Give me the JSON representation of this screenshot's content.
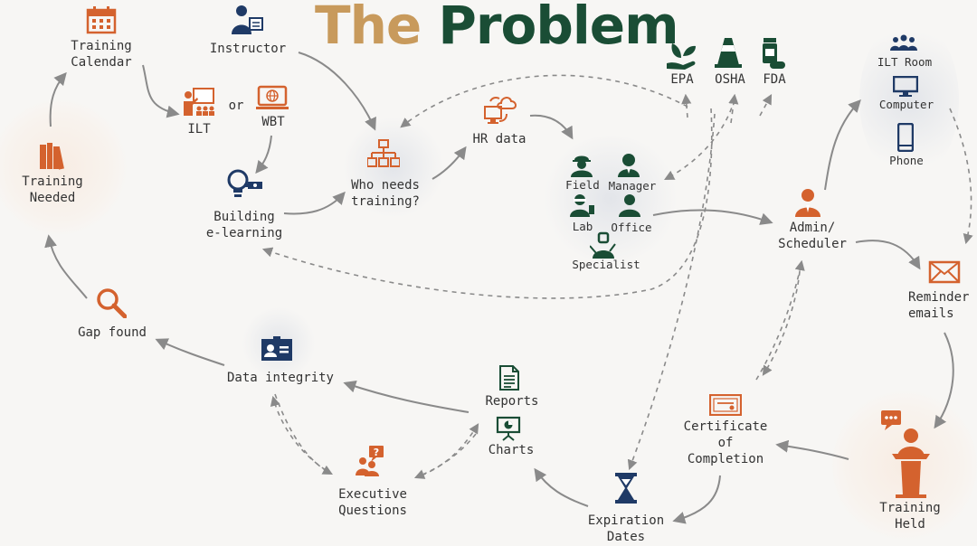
{
  "title": {
    "word1": "The",
    "word2": "Problem"
  },
  "nodes": {
    "training_calendar": "Training\nCalendar",
    "instructor": "Instructor",
    "ilt": "ILT",
    "or": "or",
    "wbt": "WBT",
    "training_needed": "Training\nNeeded",
    "building_elearning": "Building\ne-learning",
    "who_needs_training": "Who needs\ntraining?",
    "hr_data": "HR data",
    "epa": "EPA",
    "osha": "OSHA",
    "fda": "FDA",
    "field": "Field",
    "manager": "Manager",
    "lab": "Lab",
    "office": "Office",
    "specialist": "Specialist",
    "ilt_room": "ILT Room",
    "computer": "Computer",
    "phone": "Phone",
    "admin_scheduler": "Admin/\nScheduler",
    "reminder_emails": "Reminder\nemails",
    "gap_found": "Gap found",
    "data_integrity": "Data integrity",
    "reports": "Reports",
    "charts": "Charts",
    "executive_questions": "Executive\nQuestions",
    "certificate_of_completion": "Certificate\nof\nCompletion",
    "expiration_dates": "Expiration\nDates",
    "training_held": "Training\nHeld"
  },
  "colors": {
    "orange": "#d4622e",
    "navy": "#1f3a66",
    "green": "#1a4d35",
    "gold": "#c89a5c",
    "gray_arrow": "#8a8a8a"
  },
  "icons": [
    "calendar-icon",
    "instructor-icon",
    "ilt-classroom-icon",
    "wbt-monitor-icon",
    "books-icon",
    "lightbulb-icon",
    "org-chart-icon",
    "hr-data-icon",
    "epa-plant-icon",
    "osha-cone-icon",
    "fda-pills-icon",
    "field-worker-icon",
    "manager-icon",
    "lab-worker-icon",
    "office-worker-icon",
    "specialist-icon",
    "ilt-room-icon",
    "computer-icon",
    "phone-icon",
    "admin-scheduler-icon",
    "envelope-icon",
    "magnifier-icon",
    "id-card-icon",
    "report-document-icon",
    "chart-presentation-icon",
    "executive-question-icon",
    "certificate-icon",
    "hourglass-icon",
    "podium-speaker-icon"
  ]
}
